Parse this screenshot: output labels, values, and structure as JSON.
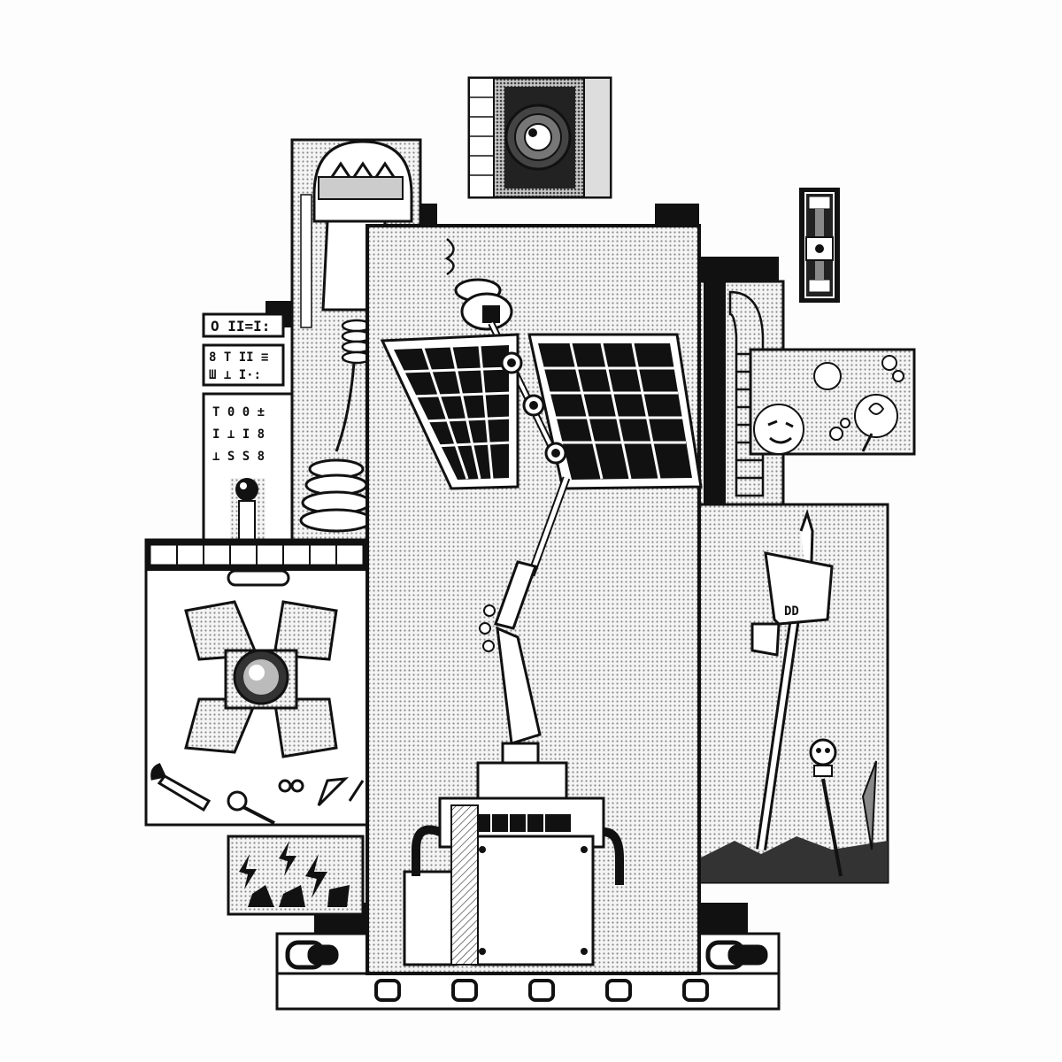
{
  "artwork": {
    "style": "black-and-white manga ink collage with halftone screentone",
    "palette": {
      "ink": "#111111",
      "paper": "#fdfdfd",
      "tone": "#d9d9d9",
      "tone_dark": "#9a9a9a"
    },
    "panels": [
      {
        "id": "panel-center-solar-robot",
        "subject": "robot arm holding solar panel array"
      },
      {
        "id": "panel-top-eye",
        "subject": "mechanical eye lens"
      },
      {
        "id": "panel-left-tower",
        "subject": "hanging lamp and coil tower"
      },
      {
        "id": "panel-top-right-clamp",
        "subject": "vertical clamp device"
      },
      {
        "id": "panel-right-pipe",
        "subject": "corrugated pipe"
      },
      {
        "id": "panel-right-faces",
        "subject": "smiling round characters"
      },
      {
        "id": "panel-right-lower-signpost",
        "subject": "hammer on pole with skull"
      },
      {
        "id": "panel-left-symbols",
        "subject": "glyph signs"
      },
      {
        "id": "panel-left-clover",
        "subject": "four-petal mechanical plate with lens and tools"
      },
      {
        "id": "panel-bottom-left-lightning",
        "subject": "lightning bolts"
      },
      {
        "id": "panel-bottom-chain",
        "subject": "chain links border"
      }
    ],
    "icons": [
      "eye-lens-icon",
      "skull-icon",
      "wrench-icon",
      "lightning-icon",
      "solar-panel-icon",
      "chain-icon"
    ]
  }
}
